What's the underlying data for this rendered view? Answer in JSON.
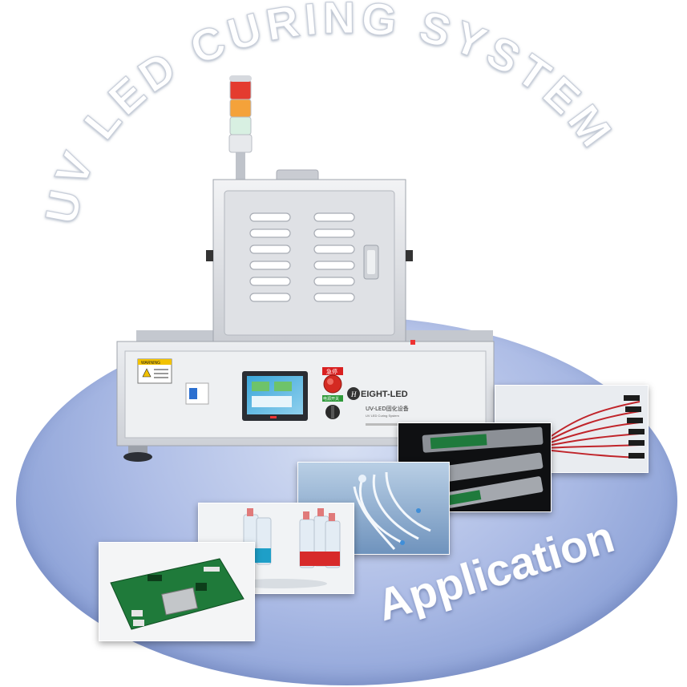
{
  "heading": "UV LED CURING SYSTEM",
  "footer_label": "Application",
  "machine": {
    "brand": "EIGHT-LED",
    "subtitle": "UV-LED固化设备",
    "subtitle_en": "UV LED Curing System",
    "emergency_label": "急停",
    "power_label": "电源开关",
    "warning_label": "WARNING"
  },
  "colors": {
    "ellipse": "#9db0e0",
    "text_white": "#ffffff",
    "machine_body": "#e4e6ea"
  },
  "thumbnails": [
    {
      "subject": "cable-harness"
    },
    {
      "subject": "optical-modules"
    },
    {
      "subject": "medical-tubing"
    },
    {
      "subject": "syringe-barrels"
    },
    {
      "subject": "circuit-board"
    }
  ]
}
